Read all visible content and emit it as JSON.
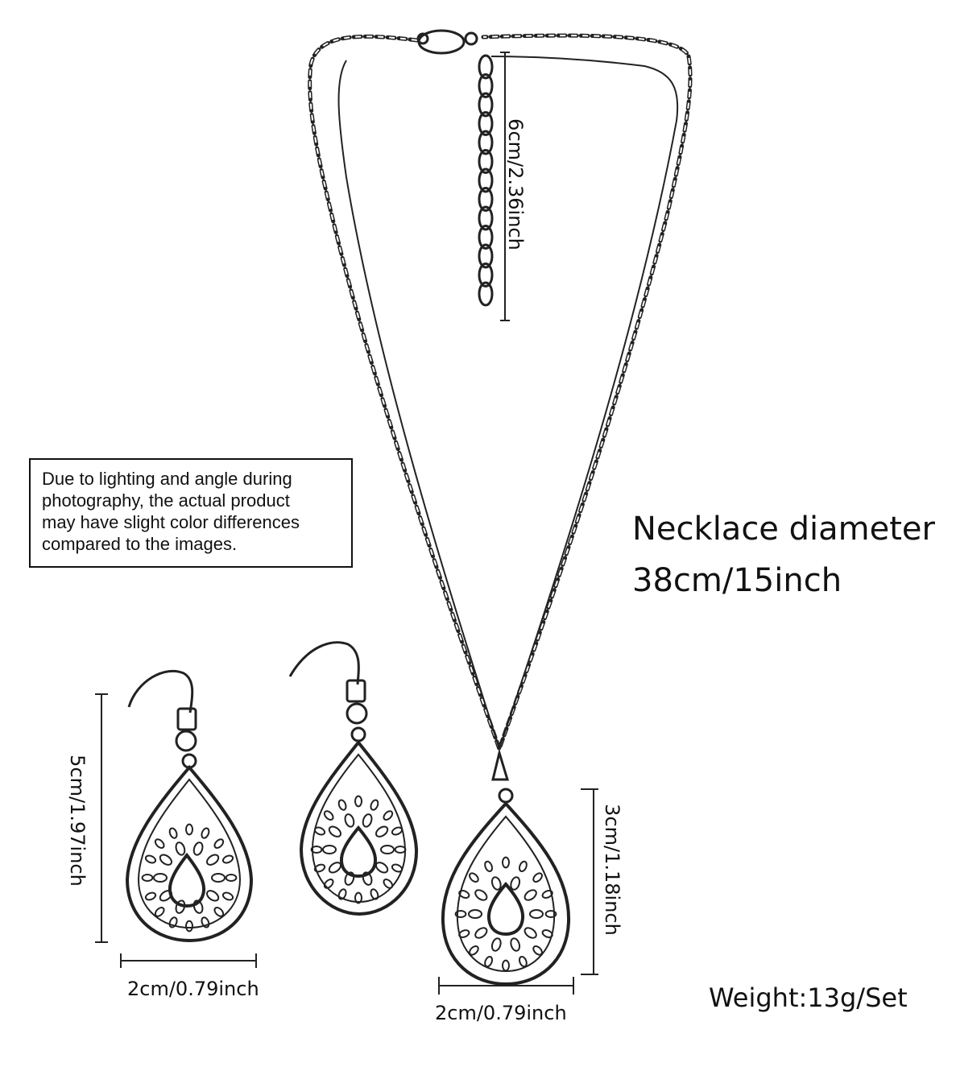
{
  "note": {
    "lines": [
      "Due to lighting and angle during",
      "photography, the actual product",
      "may have slight color differences",
      "compared to the images."
    ]
  },
  "necklace": {
    "title": "Necklace diameter",
    "size": "38cm/15inch",
    "extender_label": "6cm/2.36inch",
    "pendant_height": "3cm/1.18inch",
    "pendant_width": "2cm/0.79inch"
  },
  "earring": {
    "height": "5cm/1.97inch",
    "width": "2cm/0.79inch"
  },
  "weight": "Weight:13g/Set",
  "colors": {
    "ink": "#111111",
    "background": "#ffffff"
  }
}
